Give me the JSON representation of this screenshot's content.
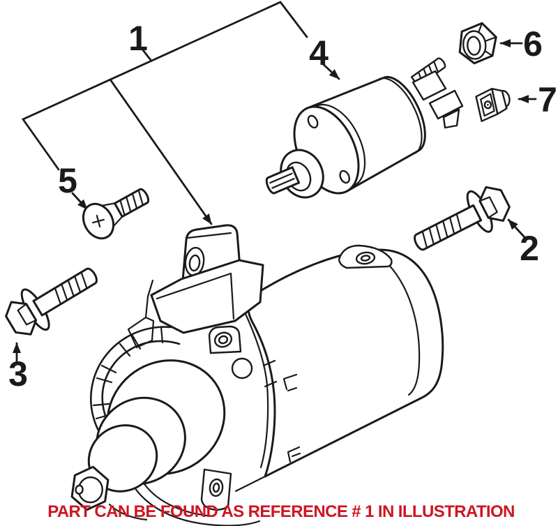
{
  "figure": {
    "type": "exploded-parts-diagram",
    "subject": "starter-motor-assembly",
    "background": "#ffffff",
    "line_color": "#1a1a1a"
  },
  "caption": {
    "text": "PART CAN BE FOUND AS REFERENCE # 1 IN ILLUSTRATION",
    "color": "#cc1622"
  },
  "callouts": [
    {
      "number": "1",
      "target": "starter-motor-assembly"
    },
    {
      "number": "2",
      "target": "long-mounting-bolt"
    },
    {
      "number": "3",
      "target": "short-mounting-bolt"
    },
    {
      "number": "4",
      "target": "starter-solenoid"
    },
    {
      "number": "5",
      "target": "countersunk-screw"
    },
    {
      "number": "6",
      "target": "hex-flange-nut"
    },
    {
      "number": "7",
      "target": "terminal-nut"
    }
  ]
}
